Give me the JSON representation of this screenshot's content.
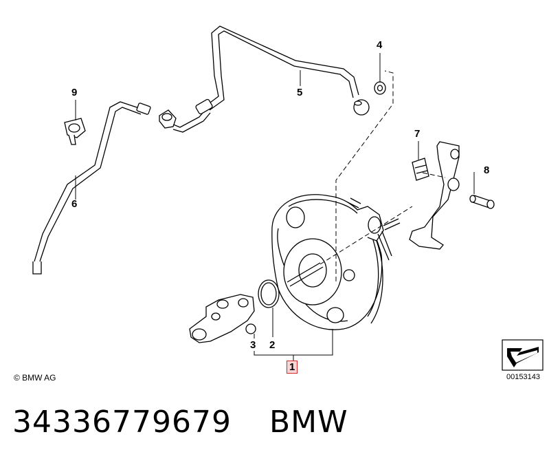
{
  "diagram": {
    "callouts": {
      "c1": "1",
      "c2": "2",
      "c3": "3",
      "c4": "4",
      "c5": "5",
      "c6": "6",
      "c7": "7",
      "c8": "8",
      "c9": "9"
    },
    "copyright": "© BMW AG",
    "reference_number": "00153143",
    "highlight_color": "#d4282c"
  },
  "footer": {
    "part_number": "34336779679",
    "brand": "BMW"
  }
}
